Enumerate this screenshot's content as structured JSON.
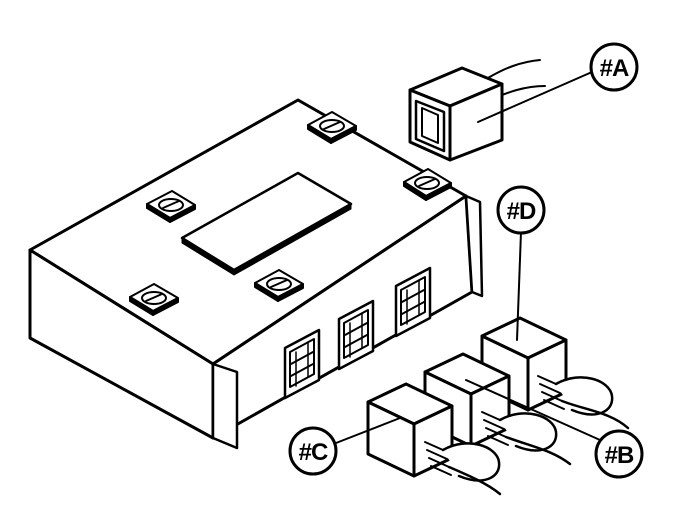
{
  "callouts": {
    "a": {
      "label": "#A"
    },
    "b": {
      "label": "#B"
    },
    "c": {
      "label": "#C"
    },
    "d": {
      "label": "#D"
    }
  },
  "colors": {
    "ink": "#000000",
    "paper": "#ffffff"
  }
}
